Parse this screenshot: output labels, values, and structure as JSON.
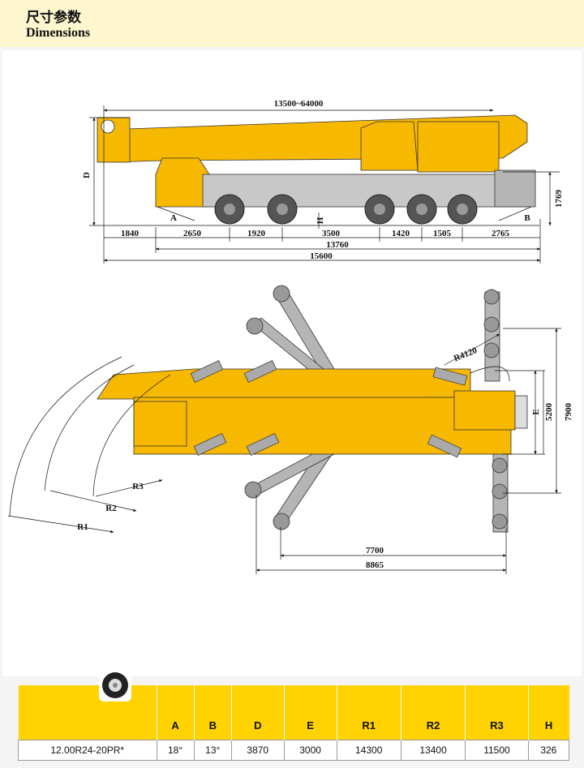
{
  "header": {
    "title_cn": "尺寸参数",
    "title_en": "Dimensions"
  },
  "side_view": {
    "top_dim": "13500~64000",
    "label_d": "D",
    "label_a": "A",
    "label_b": "B",
    "label_h": "H",
    "label_1769": "1769",
    "row1": [
      "1840",
      "2650",
      "1920",
      "3500",
      "1420",
      "1505",
      "2765"
    ],
    "total_13760": "13760",
    "total_15600": "15600"
  },
  "top_view": {
    "r4120": "R4120",
    "r1": "R1",
    "r2": "R2",
    "r3": "R3",
    "label_e": "E",
    "label_5200": "5200",
    "label_7900": "7900",
    "label_7700": "7700",
    "label_8865": "8865"
  },
  "table": {
    "tire_icon": "tire-icon",
    "headers": [
      "",
      "A",
      "B",
      "D",
      "E",
      "R1",
      "R2",
      "R3",
      "H"
    ],
    "row": [
      "12.00R24-20PR*",
      "18°",
      "13°",
      "3870",
      "3000",
      "14300",
      "13400",
      "11500",
      "326"
    ]
  },
  "colors": {
    "header_bg": "#fdf6cf",
    "crane_yellow": "#f7b800",
    "table_header": "#ffd200",
    "grey": "#b5b5b5"
  }
}
